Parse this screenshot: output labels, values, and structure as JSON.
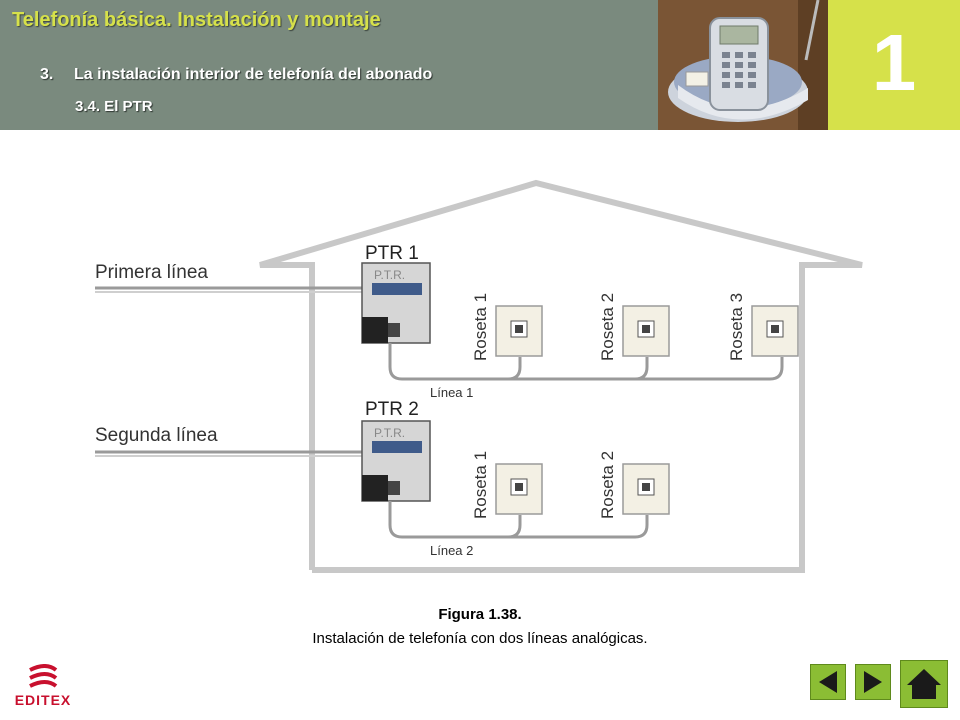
{
  "header": {
    "title": "Telefonía básica. Instalación y montaje",
    "section_number": "3.",
    "section_title": "La instalación interior de telefonía del abonado",
    "subsection": "3.4. El PTR",
    "chapter_number": "1"
  },
  "figure": {
    "lines": [
      "Primera línea",
      "Segunda línea"
    ],
    "ptr_labels": [
      "PTR 1",
      "PTR 2"
    ],
    "ptr_box_text": "P.T.R.",
    "rosetas_line1": [
      "Roseta 1",
      "Roseta 2",
      "Roseta 3"
    ],
    "rosetas_line2": [
      "Roseta 1",
      "Roseta 2"
    ],
    "cable_labels": [
      "Línea 1",
      "Línea 2"
    ]
  },
  "caption": {
    "title": "Figura 1.38.",
    "description": "Instalación de telefonía con dos líneas analógicas."
  },
  "logo": {
    "text": "EDITEX"
  },
  "colors": {
    "header_bg": "#7a8a7e",
    "accent": "#d6e14a",
    "nav_green": "#8bbd34",
    "brand_red": "#c8102e"
  },
  "icons": {
    "prev": "triangle-left-icon",
    "next": "triangle-right-icon",
    "home": "home-icon"
  }
}
